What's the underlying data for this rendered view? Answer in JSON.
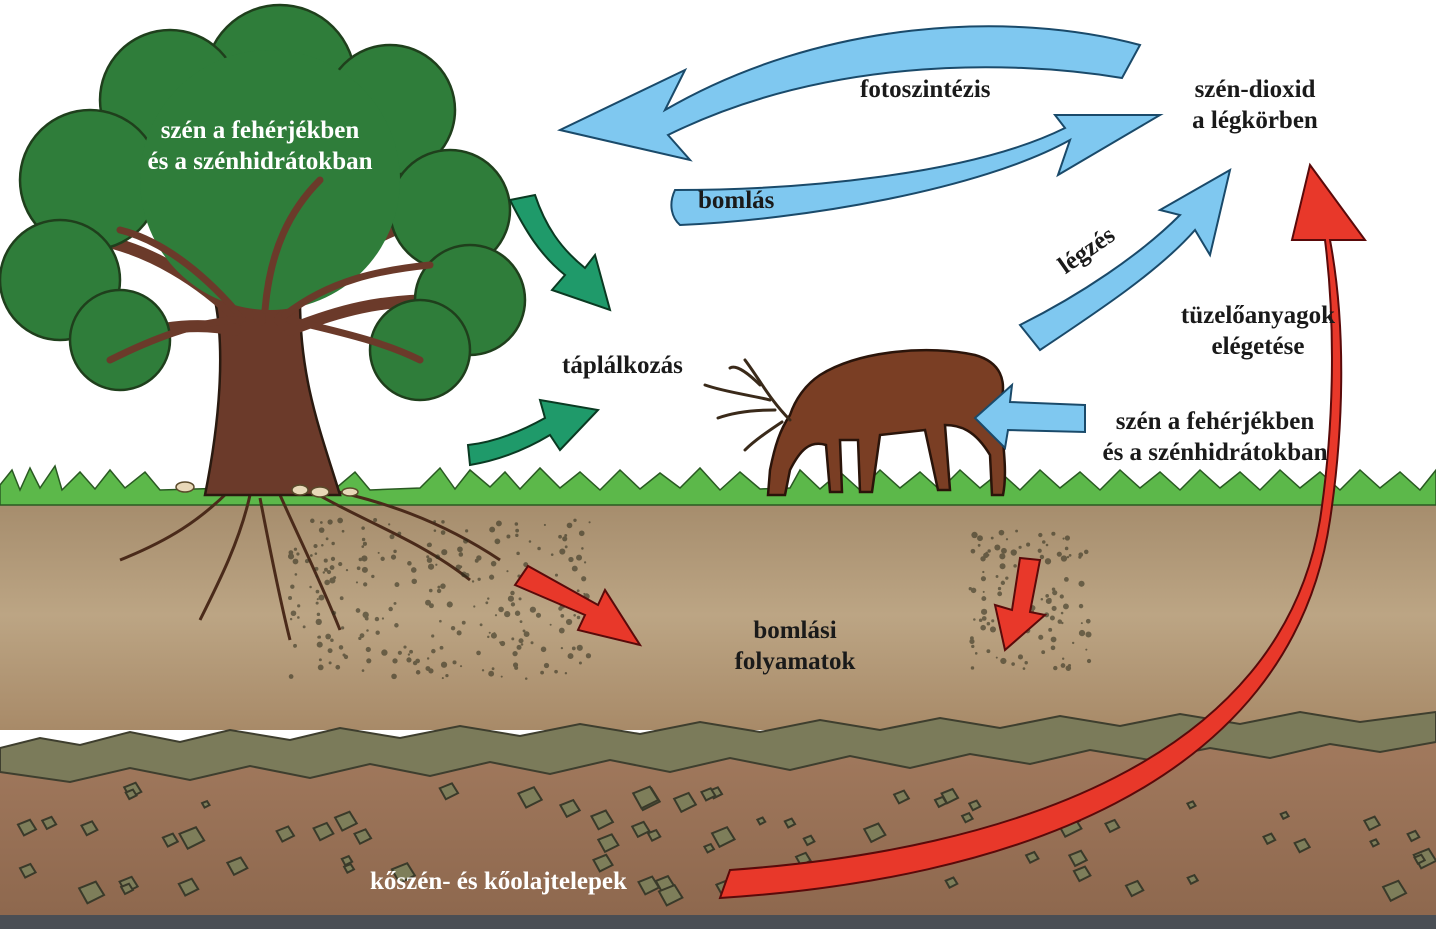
{
  "labels": {
    "tree_carbon": [
      "szén a fehérjékben",
      "és a szénhidrátokban"
    ],
    "photosynthesis": "fotoszintézis",
    "co2": [
      "szén-dioxid",
      "a légkörben"
    ],
    "decomposition": "bomlás",
    "respiration": "légzés",
    "feeding": "táplálkozás",
    "fuel_burning": [
      "tüzelőanyagok",
      "elégetése"
    ],
    "animal_carbon": [
      "szén a fehérjékben",
      "és a szénhidrátokban"
    ],
    "decay_processes": [
      "bomlási",
      "folyamatok"
    ],
    "fossil_deposits": "kőszén- és kőolajtelepek"
  },
  "colors": {
    "sky": "#ffffff",
    "canopy": "#2f7d3a",
    "canopy_light": "#4a9a50",
    "trunk": "#6b3a2a",
    "grass": "#5cb84a",
    "soil": "#b29a78",
    "deep_soil": "#9a7258",
    "rock_band": "#7a7a58",
    "arrow_blue": "#7fc8f0",
    "arrow_green": "#1f9a6a",
    "arrow_red": "#e8382a",
    "deer": "#7a3e24",
    "bottom_bar": "#4a4e54"
  },
  "icons": [
    "oak-tree",
    "red-deer",
    "mushrooms",
    "rock-fragments"
  ]
}
